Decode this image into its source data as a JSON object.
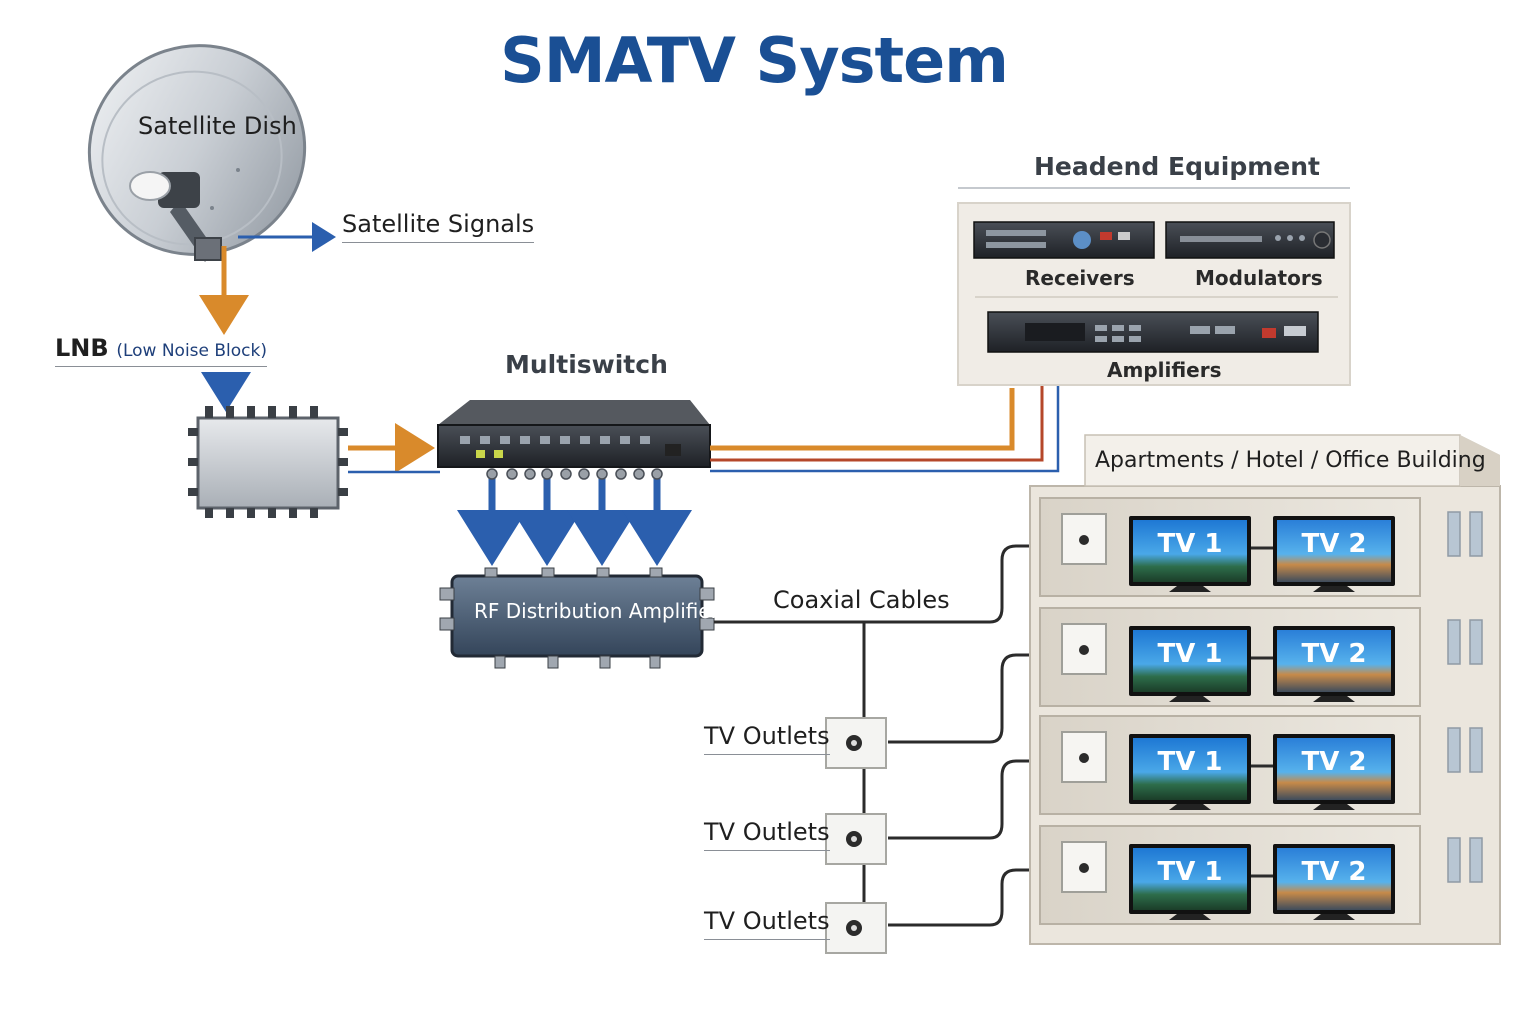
{
  "title": "SMATV System",
  "labels": {
    "satellite_dish": "Satellite Dish",
    "satellite_signals": "Satellite Signals",
    "lnb": "LNB",
    "lnb_full": "(Low Noise Block)",
    "multiswitch": "Multiswitch",
    "headend": "Headend Equipment",
    "receivers": "Receivers",
    "modulators": "Modulators",
    "amplifiers": "Amplifiers",
    "rf_amp": "RF Distribution Amplifier",
    "coaxial": "Coaxial Cables",
    "building": "Apartments / Hotel / Office Building",
    "tv_outlets": [
      "TV Outlets",
      "TV Outlets",
      "TV Outlets"
    ]
  },
  "floors": [
    {
      "tv1": "TV 1",
      "tv2": "TV 2"
    },
    {
      "tv1": "TV 1",
      "tv2": "TV 2"
    },
    {
      "tv1": "TV 1",
      "tv2": "TV 2"
    },
    {
      "tv1": "TV 1",
      "tv2": "TV 2"
    }
  ],
  "colors": {
    "title": "#1a4f94",
    "orange_signal": "#d98a2b",
    "blue_signal": "#2b5fae",
    "red_signal": "#b5472a",
    "coax": "#2b2b2b"
  }
}
